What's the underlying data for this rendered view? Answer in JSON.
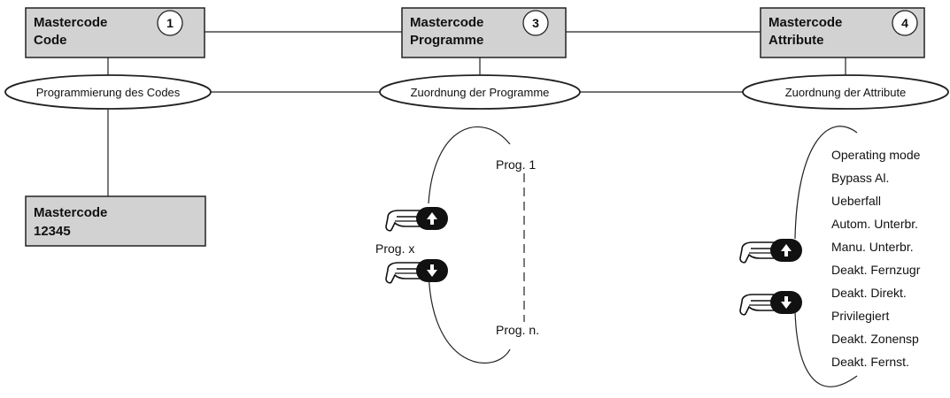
{
  "boxes": {
    "code": {
      "line1": "Mastercode",
      "line2": "Code",
      "number": "1"
    },
    "programme": {
      "line1": "Mastercode",
      "line2": "Programme",
      "number": "3"
    },
    "attribute": {
      "line1": "Mastercode",
      "line2": "Attribute",
      "number": "4"
    },
    "display": {
      "line1": "Mastercode",
      "line2": "12345"
    }
  },
  "ovals": {
    "code": "Programmierung des Codes",
    "programme": "Zuordnung der Programme",
    "attribute": "Zuordnung der Attribute"
  },
  "programme_list": {
    "first": "Prog. 1",
    "current": "Prog. x",
    "last": "Prog. n."
  },
  "attribute_list": [
    "Operating mode",
    "Bypass Al.",
    "Ueberfall",
    "Autom. Unterbr.",
    "Manu. Unterbr.",
    "Deakt. Fernzugr",
    "Deakt. Direkt.",
    "Privilegiert",
    "Deakt. Zonensp",
    "Deakt. Fernst."
  ],
  "icons": {
    "up": "hand-up-arrow-icon",
    "down": "hand-down-arrow-icon"
  },
  "colors": {
    "box_fill": "#d2d2d2",
    "line": "#222222",
    "key_fill": "#111111"
  }
}
